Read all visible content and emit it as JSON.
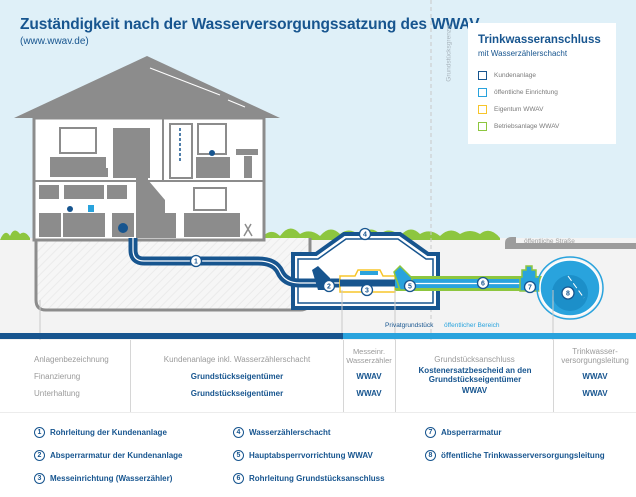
{
  "header": {
    "title": "Zuständigkeit nach der Wasserversorgungssatzung des WWAV",
    "subtitle": "(www.wwav.de)"
  },
  "diagram": {
    "property_line_label": "Grundstücksgrenze",
    "street_label": "öffentliche Straße",
    "private_label": "Privatgrundstück",
    "public_label": "öffentlicher Bereich",
    "markers": [
      "1",
      "2",
      "3",
      "4",
      "5",
      "6",
      "7",
      "8"
    ]
  },
  "legend": {
    "title": "Trinkwasseranschluss",
    "subtitle": "mit Wasserzählerschacht",
    "items": [
      {
        "label": "Kundenanlage",
        "color": "#17558f"
      },
      {
        "label": "öffentliche Einrichtung",
        "color": "#29a3dd"
      },
      {
        "label": "Eigentum WWAV",
        "color": "#f7c52b"
      },
      {
        "label": "Betriebsanlage WWAV",
        "color": "#8dc63f"
      }
    ]
  },
  "table": {
    "row_labels": [
      "Anlagenbezeichnung",
      "Finanzierung",
      "Unterhaltung"
    ],
    "columns": [
      {
        "header": "Kundenanlage inkl. Wasserzählerschacht",
        "financing": "Grundstückseigentümer",
        "maintenance": "Grundstückseigentümer"
      },
      {
        "header": "Messeinr.\nWasserzähler",
        "financing": "WWAV",
        "maintenance": "WWAV"
      },
      {
        "header": "Grundstücksanschluss",
        "financing": "Kostenersatzbescheid an den Grundstückseigentümer",
        "maintenance": "WWAV"
      },
      {
        "header": "Trinkwasser-\nversorgungsleitung",
        "financing": "WWAV",
        "maintenance": "WWAV"
      }
    ]
  },
  "numbered_list": [
    {
      "num": "1",
      "label": "Rohrleitung der Kundenanlage"
    },
    {
      "num": "2",
      "label": "Absperrarmatur der Kundenanlage"
    },
    {
      "num": "3",
      "label": "Messeinrichtung (Wasserzähler)"
    },
    {
      "num": "4",
      "label": "Wasserzählerschacht"
    },
    {
      "num": "5",
      "label": "Hauptabsperrvorrichtung WWAV"
    },
    {
      "num": "6",
      "label": "Rohrleitung Grundstücksanschluss"
    },
    {
      "num": "7",
      "label": "Absperrarmatur"
    },
    {
      "num": "8",
      "label": "öffentliche Trinkwasserversorgungsleitung"
    }
  ],
  "colors": {
    "customer": "#17558f",
    "public": "#29a3dd",
    "wwav_property": "#f7c52b",
    "wwav_operation": "#8dc63f",
    "house": "#8c8c8c",
    "sky": "#dff0f8",
    "ground": "#f3f3f3"
  }
}
